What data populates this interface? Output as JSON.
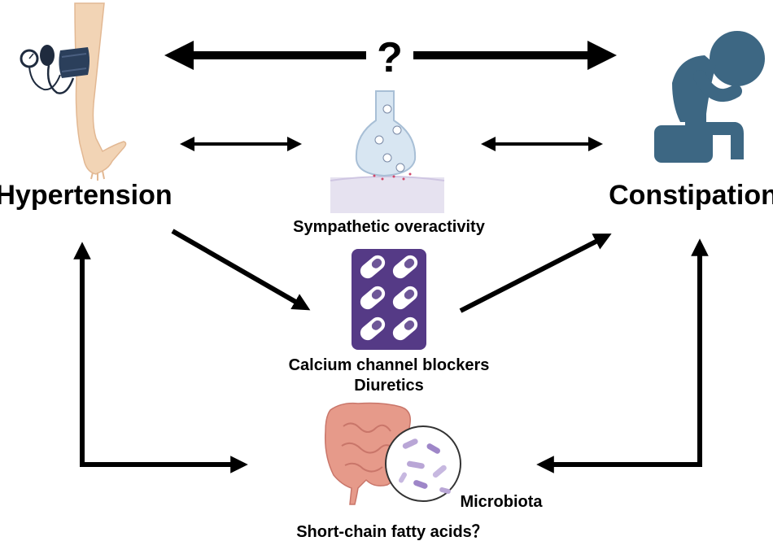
{
  "nodes": {
    "hypertension": "Hypertension",
    "constipation": "Constipation",
    "sympathetic": "Sympathetic overactivity",
    "drug_line1": "Calcium channel blockers",
    "drug_line2": "Diuretics",
    "microbiota": "Microbiota",
    "scfa": "Short-chain fatty acids？"
  },
  "question_mark": "?",
  "colors": {
    "arrow": "#000000",
    "person": "#3d6783",
    "pill_pack": "#553a86",
    "pill": "#ffffff",
    "cuff": "#2b3f5b",
    "skin": "#f2d4b5",
    "neuron": "#d8e6f2",
    "neuron_outline": "#a8bfd6",
    "membrane": "#e6e2f0",
    "intestine": "#e69a8a",
    "bacteria": "#b9a6d6"
  },
  "icons": {
    "arm": "arm-blood-pressure-cuff-icon",
    "person": "distressed-person-icon",
    "neuron": "synapse-icon",
    "pills": "pill-blister-pack-icon",
    "gut": "intestine-icon",
    "bacteria": "microbiota-magnifier-icon"
  }
}
